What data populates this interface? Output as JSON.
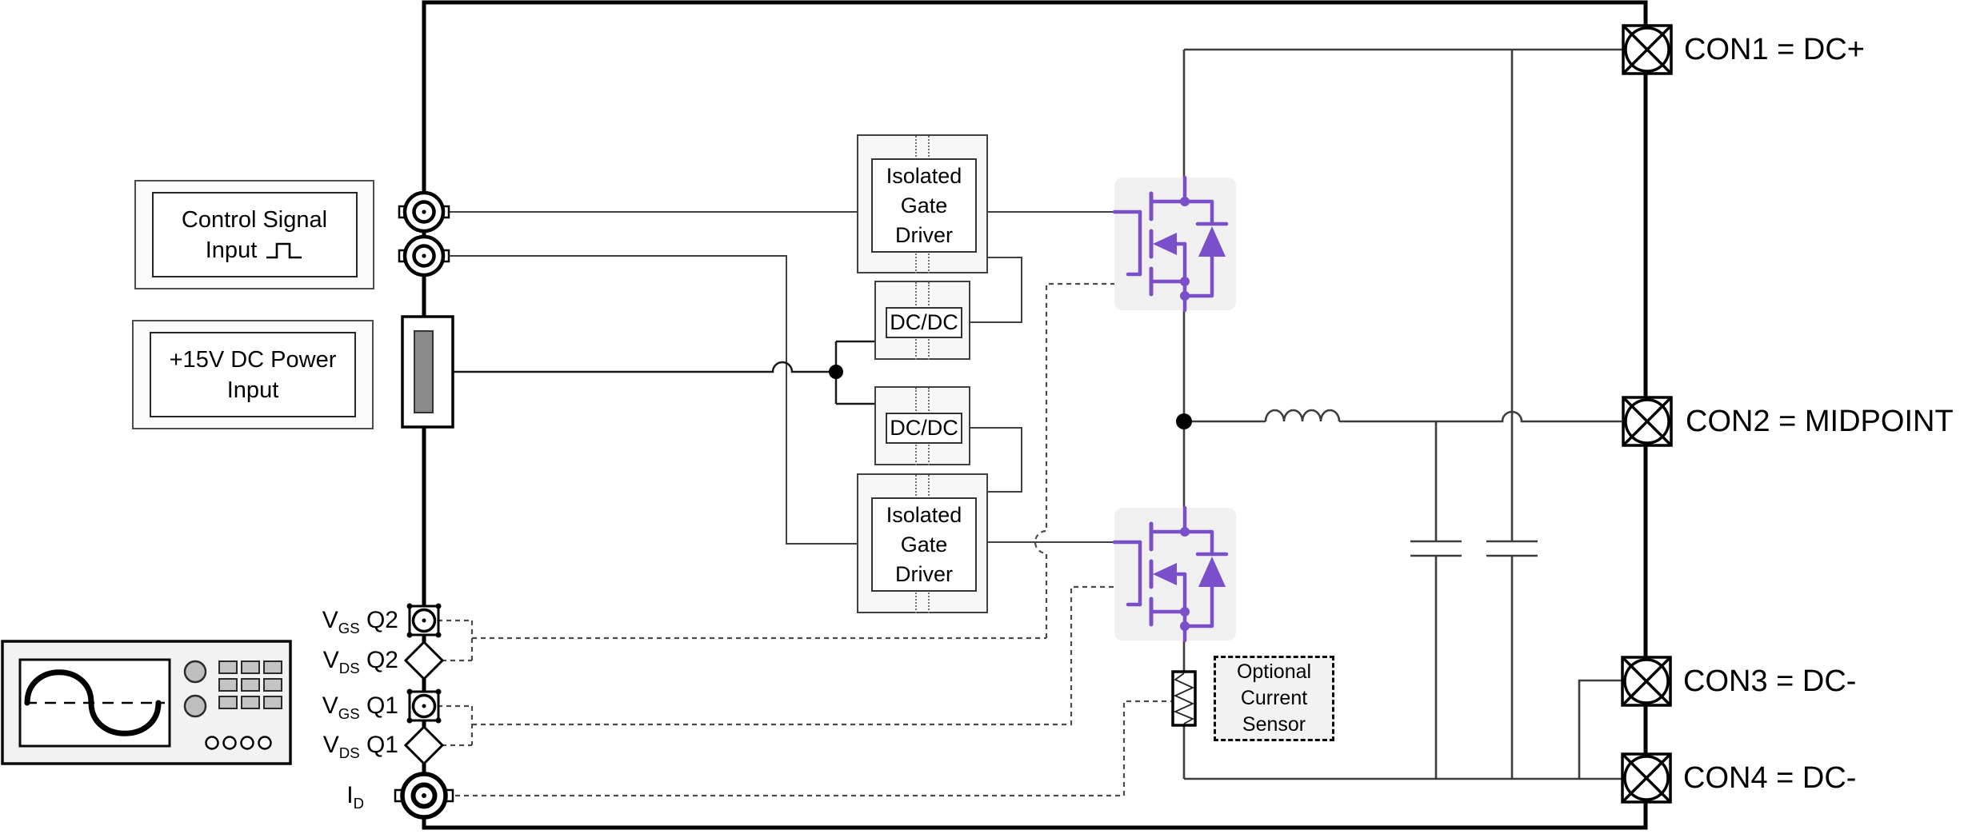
{
  "diagram": {
    "title_hidden": "",
    "inputs": {
      "control_signal": {
        "line1": "Control Signal",
        "line2": "Input"
      },
      "dc_power": {
        "text": "+15V DC Power\nInput"
      }
    },
    "blocks": {
      "gate_driver_high": {
        "text": "Isolated\nGate\nDriver"
      },
      "dcdc_high": {
        "text": "DC/DC"
      },
      "dcdc_low": {
        "text": "DC/DC"
      },
      "gate_driver_low": {
        "text": "Isolated\nGate\nDriver"
      },
      "current_sensor": {
        "text": "Optional\nCurrent\nSensor"
      }
    },
    "connectors": {
      "con1": {
        "label": "CON1 = DC+"
      },
      "con2": {
        "label": "CON2 = MIDPOINT"
      },
      "con3": {
        "label": "CON3 = DC-"
      },
      "con4": {
        "label": "CON4 = DC-"
      }
    },
    "measurements": {
      "vgs_q2": {
        "sym": "V",
        "sub": "GS",
        "rest": " Q2"
      },
      "vds_q2": {
        "sym": "V",
        "sub": "DS",
        "rest": " Q2"
      },
      "vgs_q1": {
        "sym": "V",
        "sub": "GS",
        "rest": " Q1"
      },
      "vds_q1": {
        "sym": "V",
        "sub": "DS",
        "rest": " Q1"
      },
      "id": {
        "sym": "I",
        "sub": "D",
        "rest": ""
      }
    },
    "icons": {
      "pulse": "pulse-waveform-icon",
      "bnc": "bnc-connector-icon",
      "mmcx": "mmcx-connector-icon",
      "diamond": "test-point-diamond-icon",
      "con_port": "panel-connector-icon",
      "oscilloscope": "oscilloscope-icon",
      "mosfet": "mosfet-with-body-diode-icon",
      "inductor": "inductor-icon",
      "capacitor": "capacitor-icon",
      "shunt": "shunt-resistor-icon"
    },
    "colors": {
      "accent_purple": "#7a4fc9",
      "wire": "#3d3d3d",
      "black": "#000000",
      "block_fill": "#f7f7f7",
      "mosfet_pad_fill": "#f0f0f0",
      "scope_fill": "#f2f2f2",
      "knob_gray": "#bfbfbf",
      "plug_gray": "#8a8a8a"
    }
  }
}
